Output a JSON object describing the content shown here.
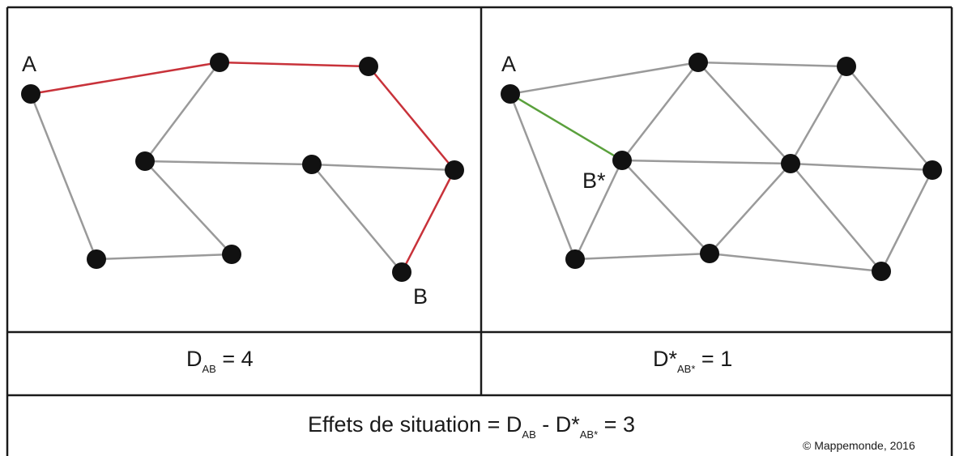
{
  "colors": {
    "edge": "#9a9a9a",
    "path_red": "#c8323a",
    "path_green": "#5aa03c",
    "node": "#111111",
    "border": "#1a1a1a"
  },
  "left_panel": {
    "label_A": "A",
    "label_B": "B",
    "caption": {
      "base": "D",
      "sub": "AB",
      "rest": " = 4"
    }
  },
  "right_panel": {
    "label_A": "A",
    "label_Bstar": "B*",
    "caption": {
      "base": "D*",
      "sub": "AB*",
      "rest": " = 1"
    }
  },
  "bottom": {
    "prefix": "Effets de situation = D",
    "sub1": "AB",
    "mid": " - D*",
    "sub2": "AB*",
    "suffix": " = 3"
  },
  "copyright": "© Mappemonde, 2016"
}
